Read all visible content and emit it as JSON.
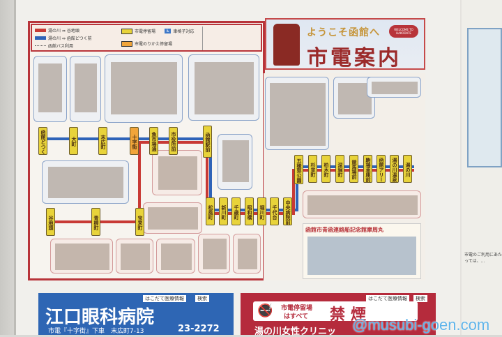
{
  "title": {
    "welcome": "ようこそ函館へ",
    "main": "市電案内",
    "badge": "WELCOME TO HAKODATE"
  },
  "legend": {
    "route2": "湯の川 ⇔ 谷地頭",
    "route5": "湯の川 ⇔ 函館どつく前",
    "bus": "函館バス利用",
    "stop": "市電停留場",
    "transfer_stop": "市電のりかえ停留場",
    "wheelchair": "車椅子対応"
  },
  "colors": {
    "route2": "#c83a35",
    "route5": "#2e63b8",
    "stop": "#e8d33a",
    "transfer": "#f1a53a"
  },
  "stations": {
    "top": [
      "函館どつく前",
      "大町",
      "末広町",
      "十字街",
      "魚市場通",
      "市役所前",
      "函館駅前"
    ],
    "right": [
      "五稜郭公園前",
      "杉並町",
      "柏木町",
      "深堀町",
      "競馬場前",
      "駒場車庫前",
      "函館アリーナ前",
      "湯の川温泉",
      "湯の川"
    ],
    "bottom": [
      "松風町",
      "新川町",
      "千歳町",
      "昭和橋",
      "堀川町",
      "千代台",
      "中央病院前"
    ],
    "left": [
      "谷地頭",
      "青柳町",
      "宝来町"
    ]
  },
  "panel": {
    "mashumaru": "函館市青函連絡船記念館摩周丸"
  },
  "ads": {
    "blue": {
      "tag": "はこだて医療情報",
      "search": "検索",
      "name": "江口眼科病院",
      "access": "市電『十字街』下車　末広町7-13",
      "phone": "23-2272"
    },
    "red": {
      "tag": "はこだて医療情報",
      "search": "検索",
      "line1": "市電停留場",
      "line2": "はすべて",
      "big": "禁煙",
      "clinic": "湯の川女性クリニッ"
    }
  },
  "side_notice": "市電のご利用にあたっては、…",
  "watermark": "@musubi-goen.com"
}
